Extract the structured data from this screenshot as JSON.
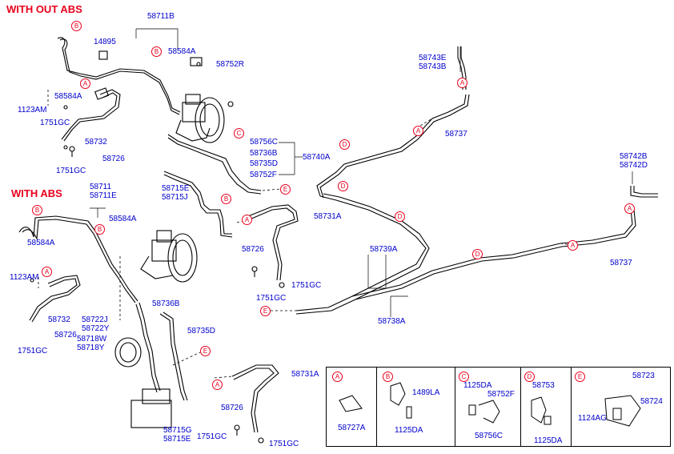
{
  "headings": {
    "without_abs": "WITH OUT ABS",
    "with_abs": "WITH ABS"
  },
  "labels": {
    "p58711B": "58711B",
    "p14895": "14895",
    "p58584A_t": "58584A",
    "p58752R": "58752R",
    "p58584A_l": "58584A",
    "p1123AM_t": "1123AM",
    "p1751GC_t1": "1751GC",
    "p58732_t": "58732",
    "p58726_t": "58726",
    "p1751GC_t2": "1751GC",
    "p58756C": "58756C",
    "p58736B_t": "58736B",
    "p58735D_t": "58735D",
    "p58752F": "58752F",
    "p58740A": "58740A",
    "p58715E_t": "58715E",
    "p58715J": "58715J",
    "p58743E": "58743E",
    "p58743B": "58743B",
    "p58737_t": "58737",
    "p58742B": "58742B",
    "p58742D": "58742D",
    "p58737_r": "58737",
    "p58711": "58711",
    "p58711E": "58711E",
    "p58584A_b": "58584A",
    "p58584A_bl": "58584A",
    "p1123AM_b": "1123AM",
    "p58732_b": "58732",
    "p58726_b": "58726",
    "p1751GC_b": "1751GC",
    "p58731A_t": "58731A",
    "p58726_m": "58726",
    "p1751GC_m1": "1751GC",
    "p1751GC_m2": "1751GC",
    "p58739A": "58739A",
    "p58738A": "58738A",
    "p58736B_b": "58736B",
    "p58722J": "58722J",
    "p58722Y": "58722Y",
    "p58718W": "58718W",
    "p58718Y": "58718Y",
    "p58735D_b": "58735D",
    "p58731A_b": "58731A",
    "p58726_bb": "58726",
    "p1751GC_bb1": "1751GC",
    "p1751GC_bb2": "1751GC",
    "p58715G": "58715G",
    "p58715E_b": "58715E"
  },
  "markers": {
    "B": "B",
    "A": "A",
    "C": "C",
    "D": "D",
    "E": "E"
  },
  "legend": {
    "a": {
      "marker": "A",
      "parts": [
        "58727A"
      ]
    },
    "b": {
      "marker": "B",
      "parts": [
        "1489LA",
        "1125DA"
      ]
    },
    "c": {
      "marker": "C",
      "parts": [
        "1125DA",
        "58752F",
        "58756C"
      ]
    },
    "d": {
      "marker": "D",
      "parts": [
        "58753",
        "1125DA"
      ]
    },
    "e": {
      "marker": "E",
      "parts": [
        "58723",
        "58724",
        "1124AG"
      ]
    }
  }
}
